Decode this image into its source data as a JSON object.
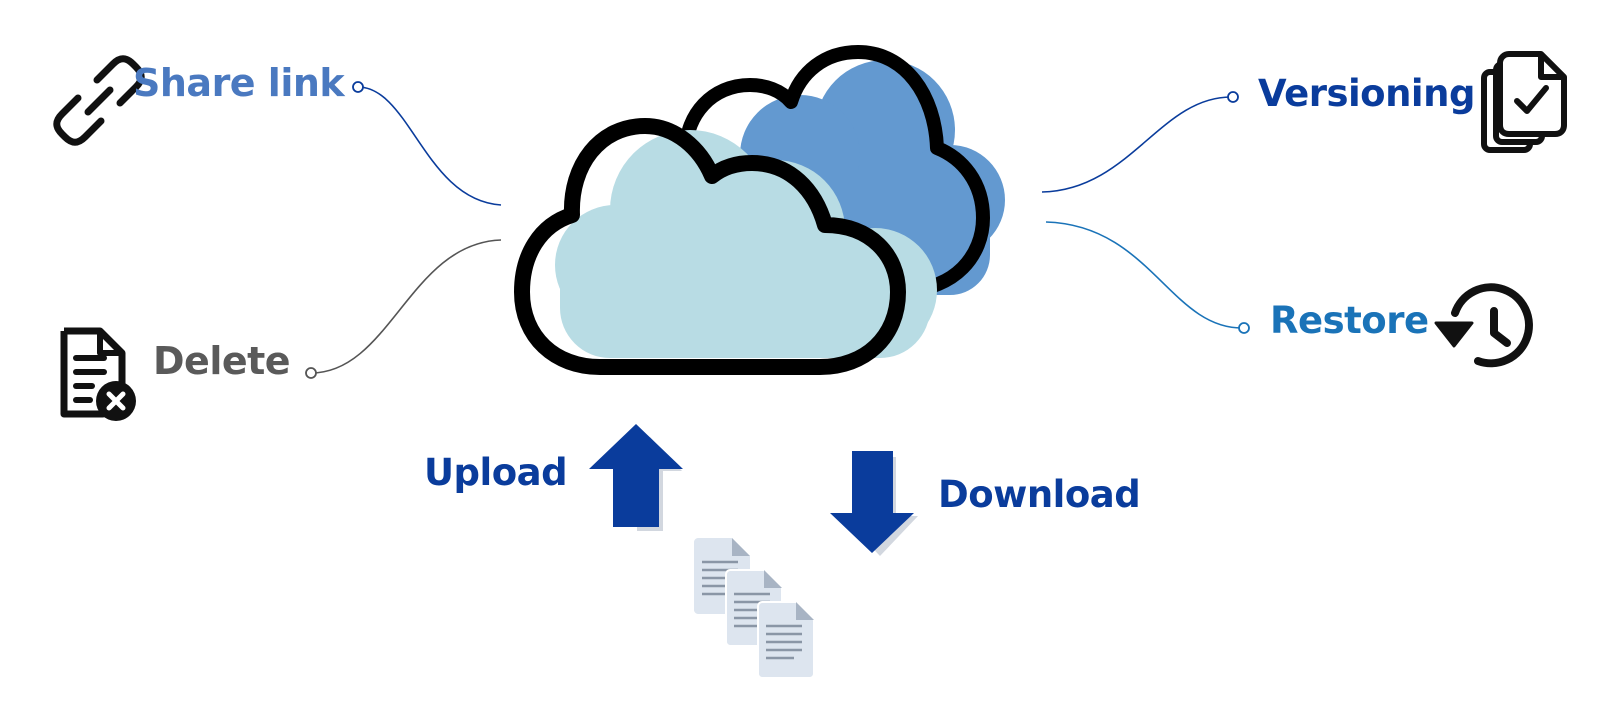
{
  "labels": {
    "share_link": "Share link",
    "delete": "Delete",
    "versioning": "Versioning",
    "restore": "Restore",
    "upload": "Upload",
    "download": "Download"
  },
  "icons": {
    "share": "link-icon",
    "delete": "document-delete-icon",
    "versioning": "document-versions-icon",
    "restore": "history-icon",
    "upload": "arrow-up-icon",
    "download": "arrow-down-icon",
    "files": "documents-stack-icon",
    "cloud": "cloud-icon"
  },
  "colors": {
    "share_link": "#4a79c0",
    "delete": "#5a5a5a",
    "versioning": "#0a3c9c",
    "restore": "#1a73b8",
    "arrows": "#0a3c9c",
    "cloud_front": "#b8dce4",
    "cloud_back": "#6399d0"
  }
}
